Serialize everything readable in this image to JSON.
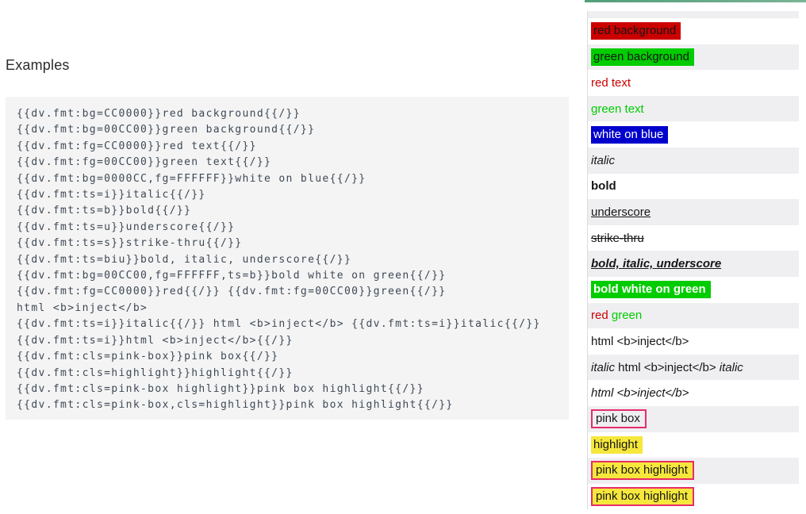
{
  "page": {
    "heading": "Examples"
  },
  "accent": {
    "top_bar_color_left": "#529d7b",
    "top_bar_color_right": "#7ab497"
  },
  "colors": {
    "red": "#CC0000",
    "green": "#00CC00",
    "blue": "#0000CC",
    "white": "#FFFFFF",
    "pink_border": "#e62d68",
    "highlight_yellow": "#f6e73c",
    "stripe": "#efeff2",
    "code_bg": "#f4f4f4",
    "code_text": "#3e4956"
  },
  "code_block": {
    "lines": [
      "{{dv.fmt:bg=CC0000}}red background{{/}}",
      "{{dv.fmt:bg=00CC00}}green background{{/}}",
      "{{dv.fmt:fg=CC0000}}red text{{/}}",
      "{{dv.fmt:fg=00CC00}}green text{{/}}",
      "{{dv.fmt:bg=0000CC,fg=FFFFFF}}white on blue{{/}}",
      "{{dv.fmt:ts=i}}italic{{/}}",
      "{{dv.fmt:ts=b}}bold{{/}}",
      "{{dv.fmt:ts=u}}underscore{{/}}",
      "{{dv.fmt:ts=s}}strike-thru{{/}}",
      "{{dv.fmt:ts=biu}}bold, italic, underscore{{/}}",
      "{{dv.fmt:bg=00CC00,fg=FFFFFF,ts=b}}bold white on green{{/}}",
      "{{dv.fmt:fg=CC0000}}red{{/}} {{dv.fmt:fg=00CC00}}green{{/}}",
      "html <b>inject</b>",
      "{{dv.fmt:ts=i}}italic{{/}} html <b>inject</b> {{dv.fmt:ts=i}}italic{{/}}",
      "{{dv.fmt:ts=i}}html <b>inject</b>{{/}}",
      "{{dv.fmt:cls=pink-box}}pink box{{/}}",
      "{{dv.fmt:cls=highlight}}highlight{{/}}",
      "{{dv.fmt:cls=pink-box highlight}}pink box highlight{{/}}",
      "{{dv.fmt:cls=pink-box,cls=highlight}}pink box highlight{{/}}"
    ]
  },
  "results": {
    "rows": [
      {
        "segments": [
          {
            "text": "red background",
            "cls": "bg-red"
          }
        ]
      },
      {
        "segments": [
          {
            "text": "green background",
            "cls": "bg-green"
          }
        ]
      },
      {
        "segments": [
          {
            "text": "red text",
            "cls": "fg-red"
          }
        ]
      },
      {
        "segments": [
          {
            "text": "green text",
            "cls": "fg-green"
          }
        ]
      },
      {
        "segments": [
          {
            "text": "white on blue",
            "cls": "bg-blue fg-white"
          }
        ]
      },
      {
        "segments": [
          {
            "text": "italic",
            "cls": "italic"
          }
        ]
      },
      {
        "segments": [
          {
            "text": "bold",
            "cls": "bold"
          }
        ]
      },
      {
        "segments": [
          {
            "text": "underscore",
            "cls": "underline"
          }
        ]
      },
      {
        "segments": [
          {
            "text": "strike-thru",
            "cls": "strike"
          }
        ]
      },
      {
        "segments": [
          {
            "text": "bold, italic, underscore",
            "cls": "bold italic underline"
          }
        ]
      },
      {
        "segments": [
          {
            "text": "bold white on green",
            "cls": "bg-green fg-white bold"
          }
        ]
      },
      {
        "segments": [
          {
            "text": "red",
            "cls": "fg-red"
          },
          {
            "text": " ",
            "cls": ""
          },
          {
            "text": "green",
            "cls": "fg-green"
          }
        ]
      },
      {
        "segments": [
          {
            "text": "html <b>inject</b>",
            "cls": ""
          }
        ]
      },
      {
        "segments": [
          {
            "text": "italic",
            "cls": "italic"
          },
          {
            "text": " html <b>inject</b> ",
            "cls": ""
          },
          {
            "text": "italic",
            "cls": "italic"
          }
        ]
      },
      {
        "segments": [
          {
            "text": "html <b>inject</b>",
            "cls": "italic"
          }
        ]
      },
      {
        "segments": [
          {
            "text": "pink box",
            "cls": "pink-box"
          }
        ]
      },
      {
        "segments": [
          {
            "text": "highlight",
            "cls": "highlight"
          }
        ]
      },
      {
        "segments": [
          {
            "text": "pink box highlight",
            "cls": "pink-box highlight"
          }
        ]
      },
      {
        "segments": [
          {
            "text": "pink box highlight",
            "cls": "pink-box highlight"
          }
        ]
      }
    ]
  }
}
